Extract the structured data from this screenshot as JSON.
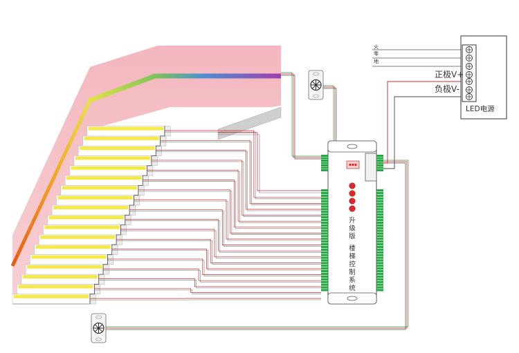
{
  "power_supply": {
    "title": "LED电源",
    "terminals": {
      "live": "火",
      "neutral": "零",
      "ground": "地",
      "positive": "正极V+",
      "negative": "负极V-"
    }
  },
  "controller": {
    "name": "升级版 楼梯控制系统",
    "chars": [
      "升",
      "级",
      "版",
      "楼",
      "梯",
      "控",
      "制",
      "系",
      "统"
    ],
    "buttons": 4
  },
  "stairs": {
    "steps": 18
  },
  "sensors": [
    {
      "name": "sensor-top",
      "icon": "motion-sensor-icon"
    },
    {
      "name": "sensor-bottom",
      "icon": "motion-sensor-icon"
    }
  ],
  "colors": {
    "wall": "#f4bcc4",
    "led": "#f5e94a",
    "wire_red": "#cc2a2a",
    "wire_gray": "#777777",
    "wire_green": "#2d9a4a",
    "terminal_green": "#27a845",
    "button_red": "#e0262a"
  }
}
